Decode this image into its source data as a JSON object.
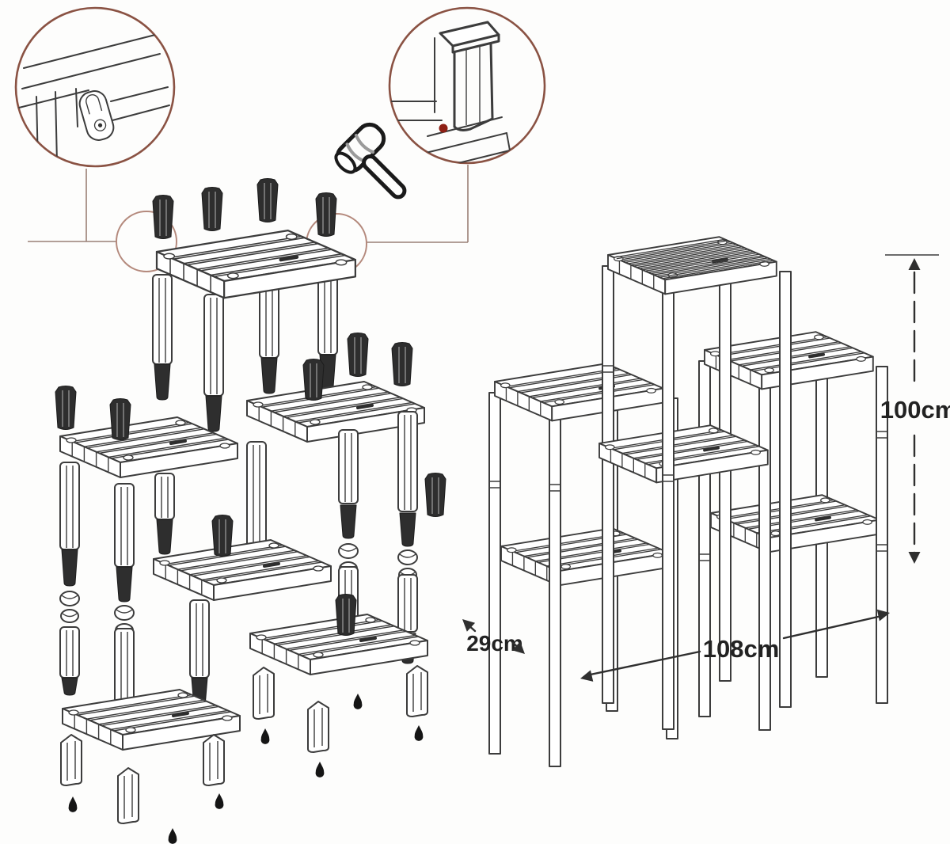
{
  "figure": {
    "kind": "assembly-instruction-diagram",
    "background": "#fdfdfc",
    "line_color": "#3c3c3c",
    "callout_circle_color": "#8a5243",
    "highlight_circle_color": "#b4897c",
    "connector_line_color": "#9a8076",
    "dark_part_color": "#2e2e2e",
    "accent_red": "#8e2015"
  },
  "dimensions": {
    "height_label": "100cm",
    "depth_label": "29cm",
    "width_label": "108cm"
  },
  "icons": {
    "mallet": "mallet-icon",
    "detail_bracket": "keyhole-bracket-detail",
    "detail_leg_cap": "leg-cap-hammering-detail",
    "assembly_arrow": "down-arrow-marker"
  },
  "components": {
    "shelf_panel": "slatted-shelf-panel",
    "leg": "leg-post-with-dark-tip",
    "plug": "dark-socket-plug",
    "coupler": "leg-coupler-nuts",
    "foot": "short-foot-post"
  }
}
